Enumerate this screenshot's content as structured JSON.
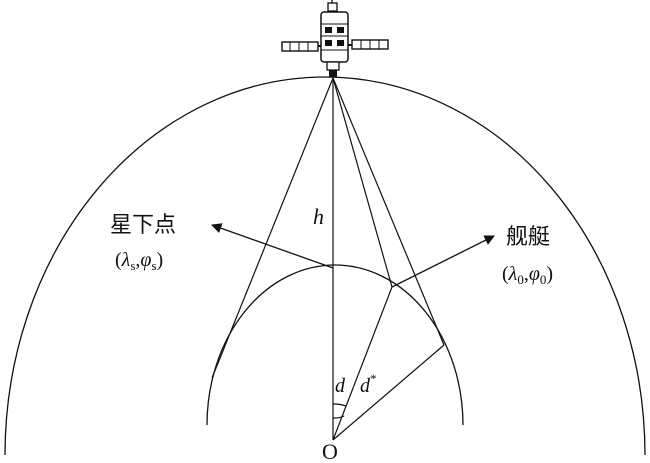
{
  "labels": {
    "height": "h",
    "subsatellite_point": "星下点",
    "subsatellite_coords": {
      "open": "(",
      "lambda": "λ",
      "lambda_sub": "s",
      "comma": ",",
      "phi": "φ",
      "phi_sub": "s",
      "close": ")"
    },
    "ship": "舰艇",
    "ship_coords": {
      "open": "(",
      "lambda": "λ",
      "lambda_sub": "0",
      "comma": ",",
      "phi": "φ",
      "phi_sub": "0",
      "close": ")"
    },
    "angle_d": "d",
    "angle_d_star": "d",
    "angle_d_star_sup": "*",
    "origin": "O"
  },
  "colors": {
    "stroke": "#111111",
    "background": "#ffffff"
  },
  "icons": {
    "satellite": "satellite-icon"
  }
}
